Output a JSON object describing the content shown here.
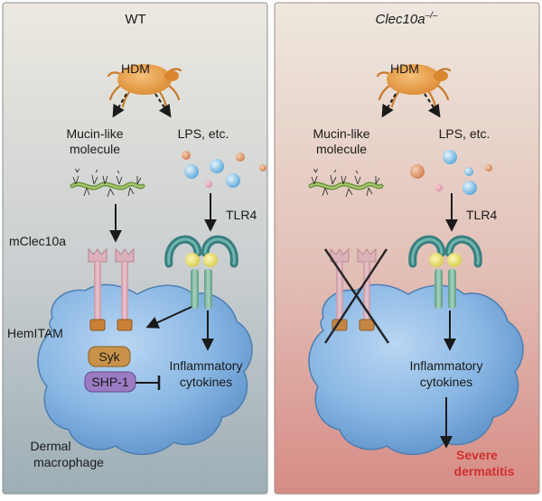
{
  "panels": {
    "wt": {
      "title": "WT",
      "hdm": "HDM",
      "mucin_line1": "Mucin-like",
      "mucin_line2": "molecule",
      "lps": "LPS, etc.",
      "receptor": "mClec10a",
      "tlr4": "TLR4",
      "hemitam": "HemITAM",
      "syk": "Syk",
      "shp1": "SHP-1",
      "inflam_line1": "Inflammatory",
      "inflam_line2": "cytokines",
      "cell_line1": "Dermal",
      "cell_line2": "macrophage"
    },
    "ko": {
      "title": "Clec10a",
      "title_sup": "–/–",
      "hdm": "HDM",
      "mucin_line1": "Mucin-like",
      "mucin_line2": "molecule",
      "lps": "LPS, etc.",
      "tlr4": "TLR4",
      "inflam_line1": "Inflammatory",
      "inflam_line2": "cytokines",
      "outcome_line1": "Severe",
      "outcome_line2": "dermatitis"
    }
  },
  "colors": {
    "wt_bg_top": "#ebe8de",
    "wt_bg_bottom": "#9fb0b6",
    "ko_bg_top": "#ece4da",
    "ko_bg_bottom": "#d88f88",
    "mite": "#e49a3d",
    "cell": "#7fb1e2",
    "receptor_pink": "#d7a9b3",
    "itam_orange": "#c98136",
    "tlr4_teal": "#3f8b86",
    "syk_tan": "#c8924a",
    "shp1_purple": "#9b7cc4",
    "mucin_green": "#8fb25a",
    "outcome_red": "#d1302c"
  }
}
